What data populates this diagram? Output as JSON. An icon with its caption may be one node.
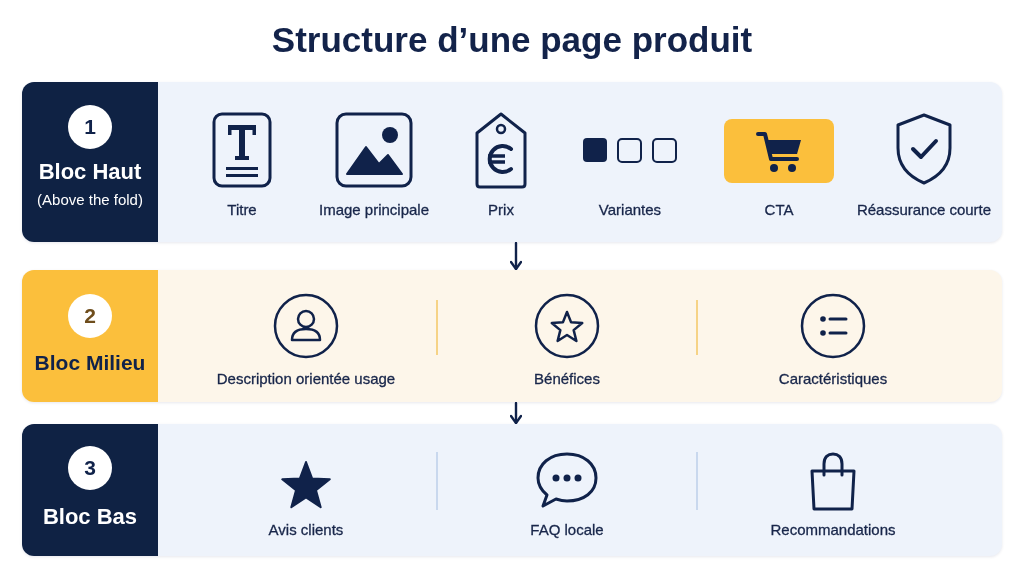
{
  "diagram": {
    "title": "Structure d’une page produit",
    "nodes": [
      {
        "text": [
          "Bloc Haut",
          "(Above the fold)"
        ]
      },
      {
        "text": [
          "1"
        ],
        "in": 0
      },
      {
        "text": [
          "Titre"
        ],
        "in": 0
      },
      {
        "text": [
          "Image principale"
        ],
        "in": 0
      },
      {
        "text": [
          "Prix"
        ],
        "in": 0
      },
      {
        "text": [
          "Variantes"
        ],
        "in": 0
      },
      {
        "text": [
          "CTA"
        ],
        "in": 0
      },
      {
        "text": [
          "Réassurance courte"
        ],
        "in": 0
      },
      {
        "text": [
          "Bloc Milieu"
        ]
      },
      {
        "text": [
          "2"
        ],
        "in": 8
      },
      {
        "text": [
          "Description orientée usage"
        ],
        "in": 8
      },
      {
        "text": [
          "Bénéfices"
        ],
        "in": 8
      },
      {
        "text": [
          "Caractéristiques"
        ],
        "in": 8
      },
      {
        "text": [
          "Bloc Bas"
        ]
      },
      {
        "text": [
          "3"
        ],
        "in": 13
      },
      {
        "text": [
          "Avis clients"
        ],
        "in": 13
      },
      {
        "text": [
          "FAQ locale"
        ],
        "in": 13
      },
      {
        "text": [
          "Recommandations"
        ],
        "in": 13
      }
    ],
    "edges": [
      {
        "from": 0,
        "to": 8,
        "arrow": "to"
      },
      {
        "from": 8,
        "to": 13,
        "arrow": "to"
      }
    ]
  }
}
